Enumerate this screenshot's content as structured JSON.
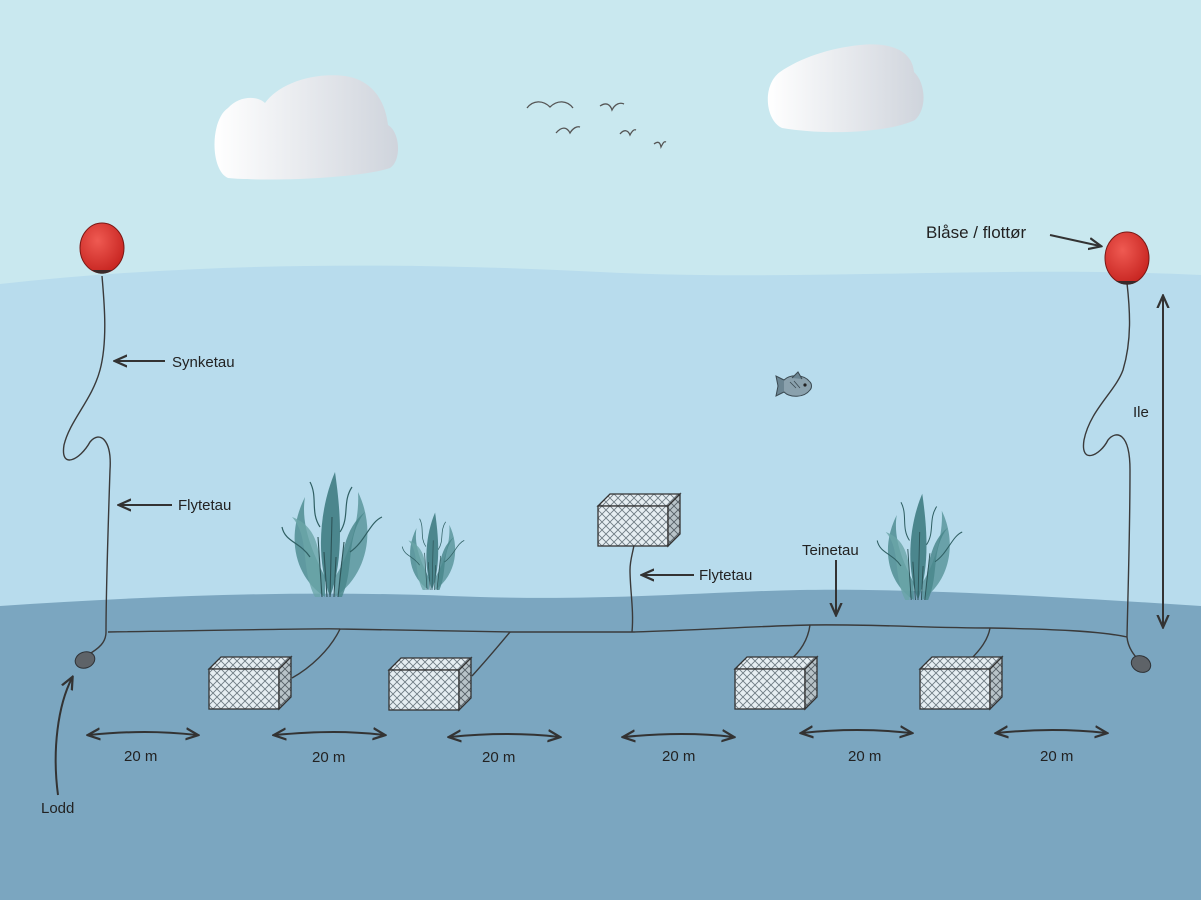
{
  "labels": {
    "float_buoy": "Blåse / flottør",
    "sink_rope": "Synketau",
    "float_rope_left": "Flytetau",
    "float_rope_middle": "Flytetau",
    "pot_rope": "Teinetau",
    "depth": "Ile",
    "weight": "Lodd"
  },
  "spacing": [
    "20 m",
    "20 m",
    "20 m",
    "20 m",
    "20 m",
    "20 m"
  ],
  "colors": {
    "sky": "#c9e8ef",
    "upper_water": "#b8dced",
    "lower_water": "#7ba6c0",
    "buoy": "#d8312f",
    "seaweed": "#4f8d92",
    "cloud": "#e6e9ee"
  },
  "icons": [
    "cloud-icon",
    "bird-icon",
    "fish-icon",
    "buoy-icon",
    "seaweed-icon",
    "crab-pot-icon",
    "weight-icon"
  ]
}
